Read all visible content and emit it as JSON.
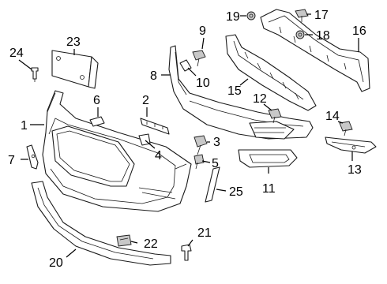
{
  "callouts": {
    "c1": "1",
    "c2": "2",
    "c3": "3",
    "c4": "4",
    "c5": "5",
    "c6": "6",
    "c7": "7",
    "c8": "8",
    "c9": "9",
    "c10": "10",
    "c11": "11",
    "c12": "12",
    "c13": "13",
    "c14": "14",
    "c15": "15",
    "c16": "16",
    "c17": "17",
    "c18": "18",
    "c19": "19",
    "c20": "20",
    "c21": "21",
    "c22": "22",
    "c23": "23",
    "c24": "24",
    "c25": "25"
  },
  "colors": {
    "line": "#1a1a1a",
    "fill": "#ffffff",
    "shade": "#c8c8c8"
  }
}
